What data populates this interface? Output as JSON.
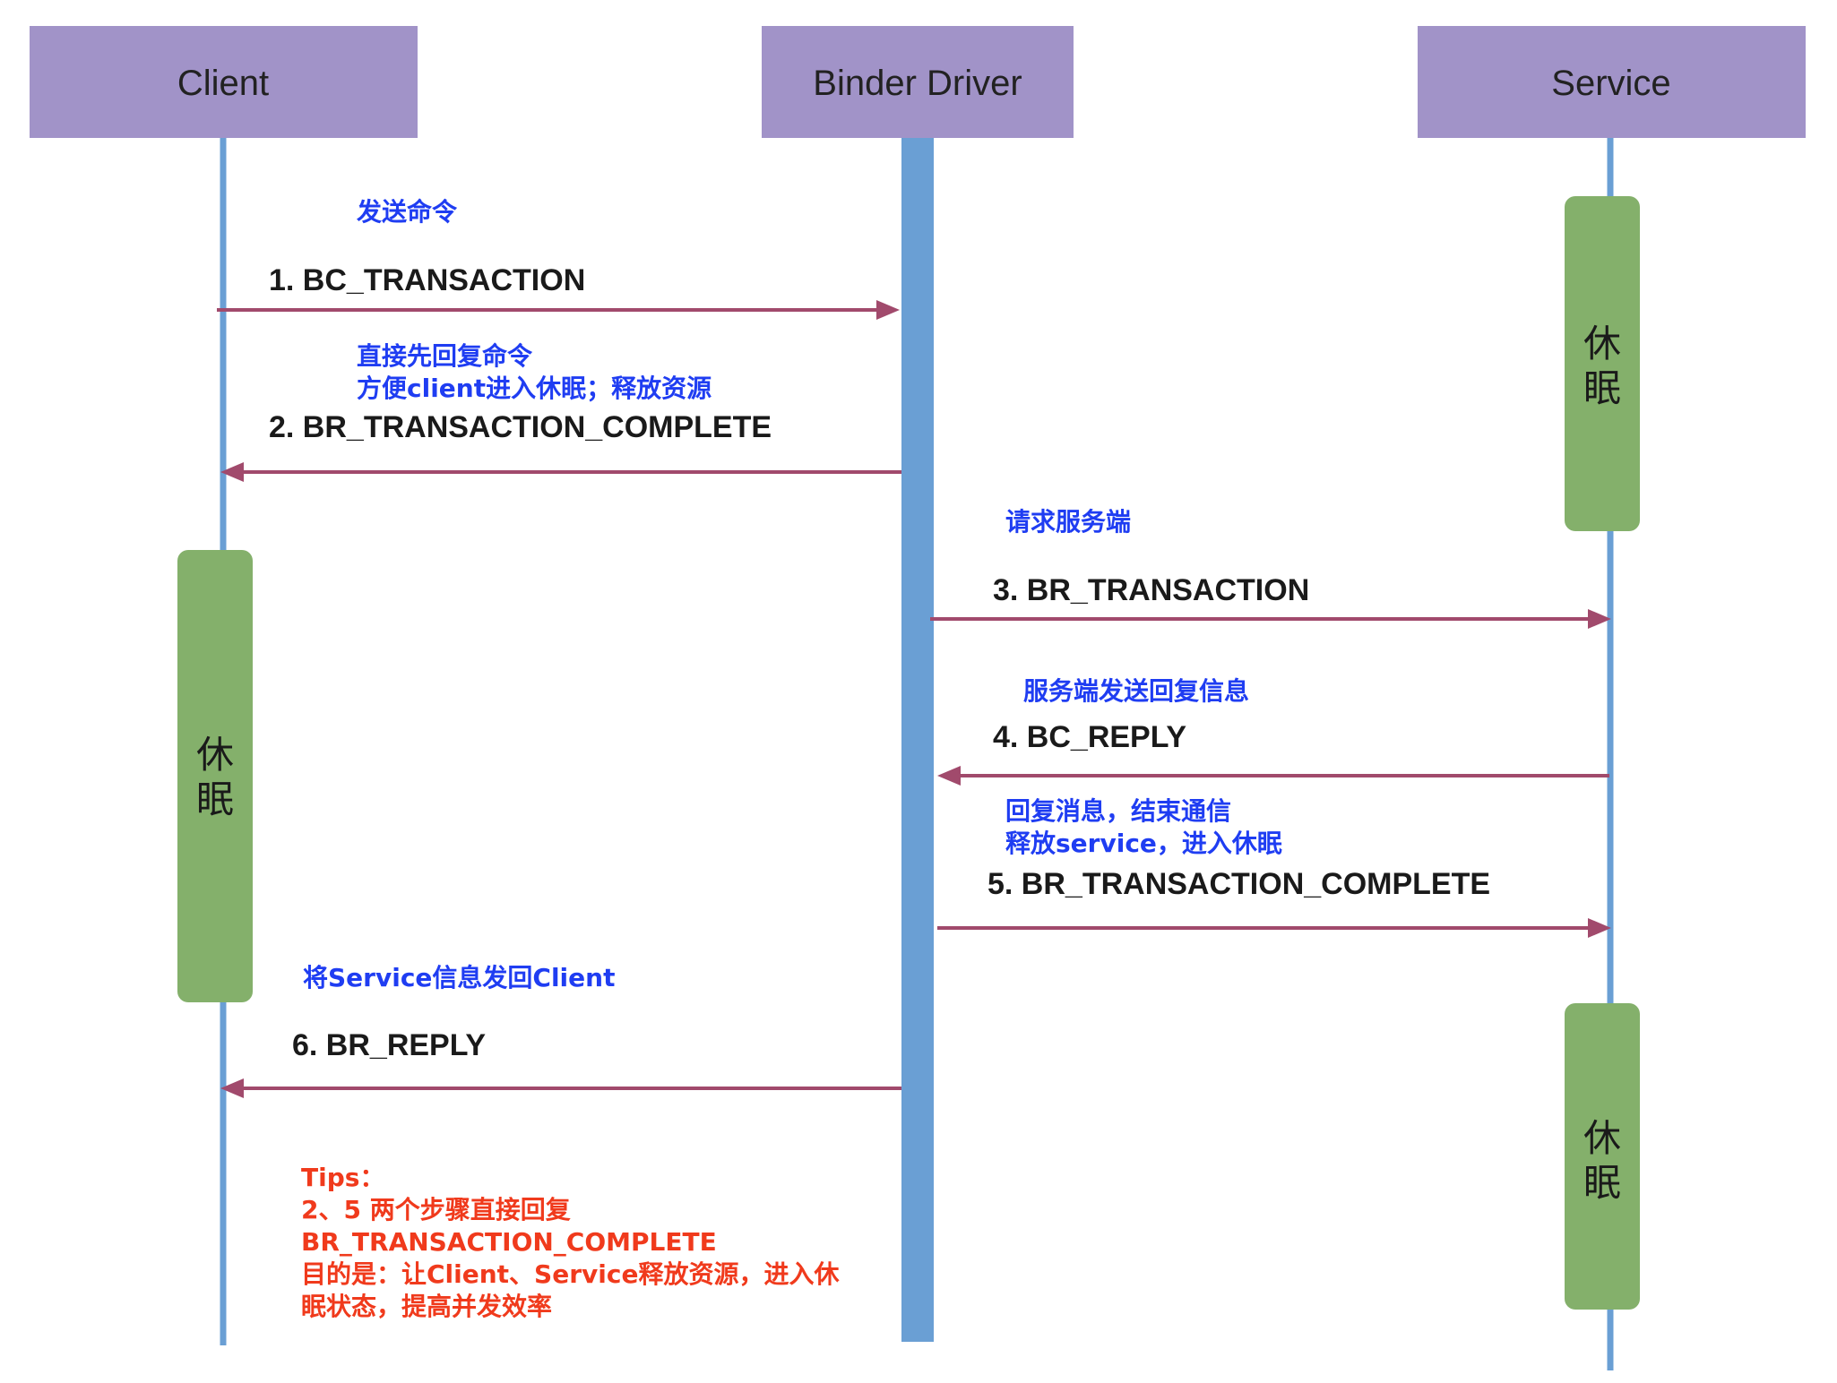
{
  "actors": {
    "client": "Client",
    "binder": "Binder Driver",
    "service": "Service"
  },
  "sleep_label": [
    "休",
    "眠"
  ],
  "steps": {
    "s1": {
      "notes": [
        "发送命令"
      ],
      "label": "1. BC_TRANSACTION"
    },
    "s2": {
      "notes": [
        "直接先回复命令",
        "方便client进入休眠；释放资源"
      ],
      "label": "2. BR_TRANSACTION_COMPLETE"
    },
    "s3": {
      "notes": [
        "请求服务端"
      ],
      "label": "3. BR_TRANSACTION"
    },
    "s4": {
      "notes": [
        "服务端发送回复信息"
      ],
      "label": "4. BC_REPLY"
    },
    "s5": {
      "notes": [
        "回复消息，结束通信",
        "释放service，进入休眠"
      ],
      "label": "5. BR_TRANSACTION_COMPLETE"
    },
    "s6": {
      "notes": [
        "将Service信息发回Client"
      ],
      "label": "6. BR_REPLY"
    }
  },
  "tips": [
    "Tips：",
    "2、5 两个步骤直接回复",
    "BR_TRANSACTION_COMPLETE",
    "目的是：让Client、Service释放资源，进入休",
    "眠状态，提高并发效率"
  ],
  "colors": {
    "actor_box": "#a193c8",
    "lifeline": "#6a9fd4",
    "sleep_box": "#84b06b",
    "arrow": "#a14a6c",
    "note_blue": "#1f3df2",
    "tips_red": "#f03a1c"
  }
}
